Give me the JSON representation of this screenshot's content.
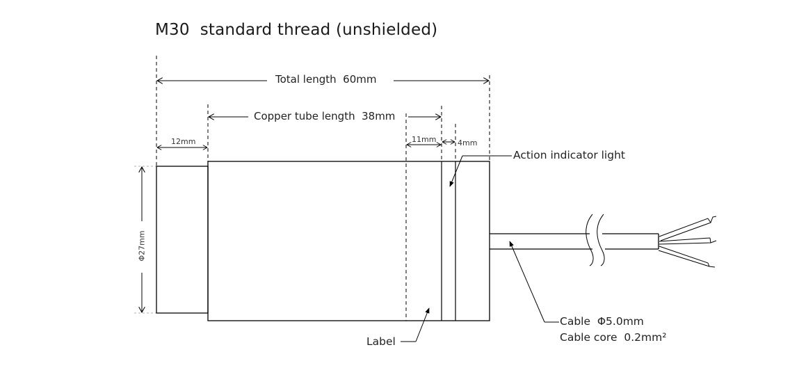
{
  "title": "M30  standard thread (unshielded)",
  "dimensions": {
    "total_length": "Total length  60mm",
    "copper_tube_length": "Copper tube length  38mm",
    "nut_length": "12mm",
    "label_section": "11mm",
    "indicator_section": "4mm",
    "diameter": "Φ27mm"
  },
  "callouts": {
    "action_indicator": "Action indicator light",
    "label": "Label",
    "cable_diameter": "Cable  Φ5.0mm",
    "cable_core": "Cable core  0.2mm²"
  },
  "colors": {
    "line": "#000000",
    "dash": "#000000",
    "text": "#222222"
  }
}
